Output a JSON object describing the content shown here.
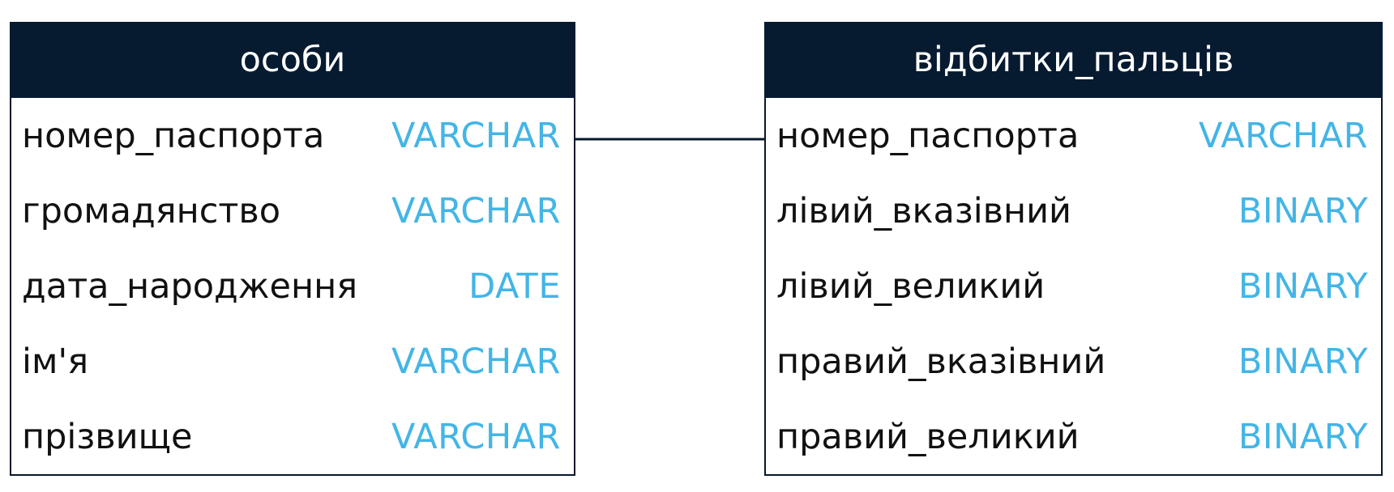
{
  "tables": [
    {
      "title": "особи",
      "columns": [
        {
          "name": "номер_паспорта",
          "type": "VARCHAR"
        },
        {
          "name": "громадянство",
          "type": "VARCHAR"
        },
        {
          "name": "дата_народження",
          "type": "DATE"
        },
        {
          "name": "ім'я",
          "type": "VARCHAR"
        },
        {
          "name": "прізвище",
          "type": "VARCHAR"
        }
      ]
    },
    {
      "title": "відбитки_пальців",
      "columns": [
        {
          "name": "номер_паспорта",
          "type": "VARCHAR"
        },
        {
          "name": "лівий_вказівний",
          "type": "BINARY"
        },
        {
          "name": "лівий_великий",
          "type": "BINARY"
        },
        {
          "name": "правий_вказівний",
          "type": "BINARY"
        },
        {
          "name": "правий_великий",
          "type": "BINARY"
        }
      ]
    }
  ],
  "relationships": [
    {
      "from_table": "особи",
      "from_column": "номер_паспорта",
      "to_table": "відбитки_пальців",
      "to_column": "номер_паспорта"
    }
  ],
  "colors": {
    "header_bg": "#061a30",
    "header_text": "#ffffff",
    "border": "#07182c",
    "column_name": "#111111",
    "column_type": "#43b5e6"
  }
}
